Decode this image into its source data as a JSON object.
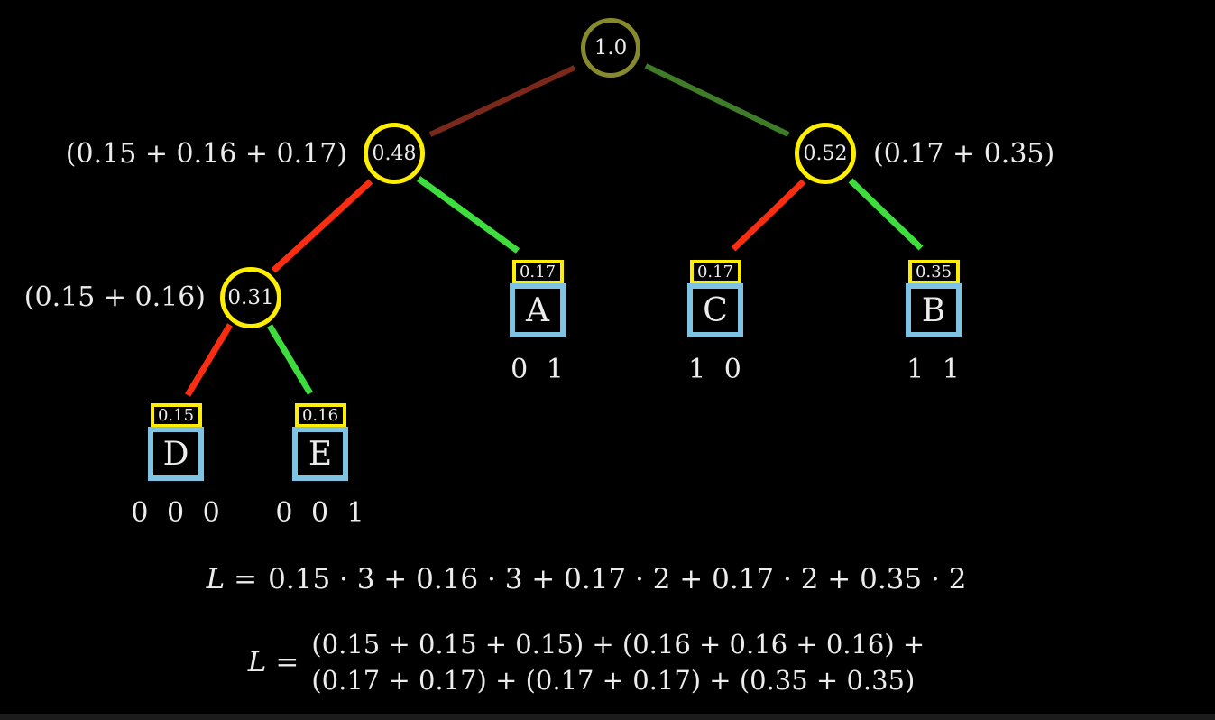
{
  "colors": {
    "background": "#000000",
    "root_circle_border": "#878a2c",
    "internal_circle_border": "#ffee00",
    "prob_box_border": "#ffee00",
    "letter_box_border": "#7ec4e2",
    "edge_dark_red": "#7a2819",
    "edge_dark_green": "#3e7c28",
    "edge_bright_red": "#fa2d10",
    "edge_bright_green": "#3edd3e",
    "text": "#ececec",
    "bottom_bar": "#1c1c1c"
  },
  "tree": {
    "root": {
      "value": "1.0"
    },
    "internal_nodes": [
      {
        "value": "0.48",
        "side_label": "(0.15 + 0.16 + 0.17)"
      },
      {
        "value": "0.52",
        "side_label": "(0.17 + 0.35)"
      },
      {
        "value": "0.31",
        "side_label": "(0.15 + 0.16)"
      }
    ],
    "leaves": [
      {
        "letter": "D",
        "probability": "0.15",
        "code": "0 0 0"
      },
      {
        "letter": "E",
        "probability": "0.16",
        "code": "0 0 1"
      },
      {
        "letter": "A",
        "probability": "0.17",
        "code": "0 1"
      },
      {
        "letter": "C",
        "probability": "0.17",
        "code": "1 0"
      },
      {
        "letter": "B",
        "probability": "0.35",
        "code": "1 1"
      }
    ]
  },
  "formulas": {
    "average_length": {
      "var": "L",
      "equals": "=",
      "expression": "0.15 · 3 + 0.16 · 3 + 0.17 · 2 + 0.17 · 2 + 0.35 · 2"
    },
    "expanded": {
      "var": "L",
      "equals": "=",
      "row1": "(0.15 + 0.15 + 0.15) + (0.16 + 0.16 + 0.16) +",
      "row2": "(0.17 + 0.17) + (0.17 + 0.17) + (0.35 + 0.35)"
    }
  }
}
